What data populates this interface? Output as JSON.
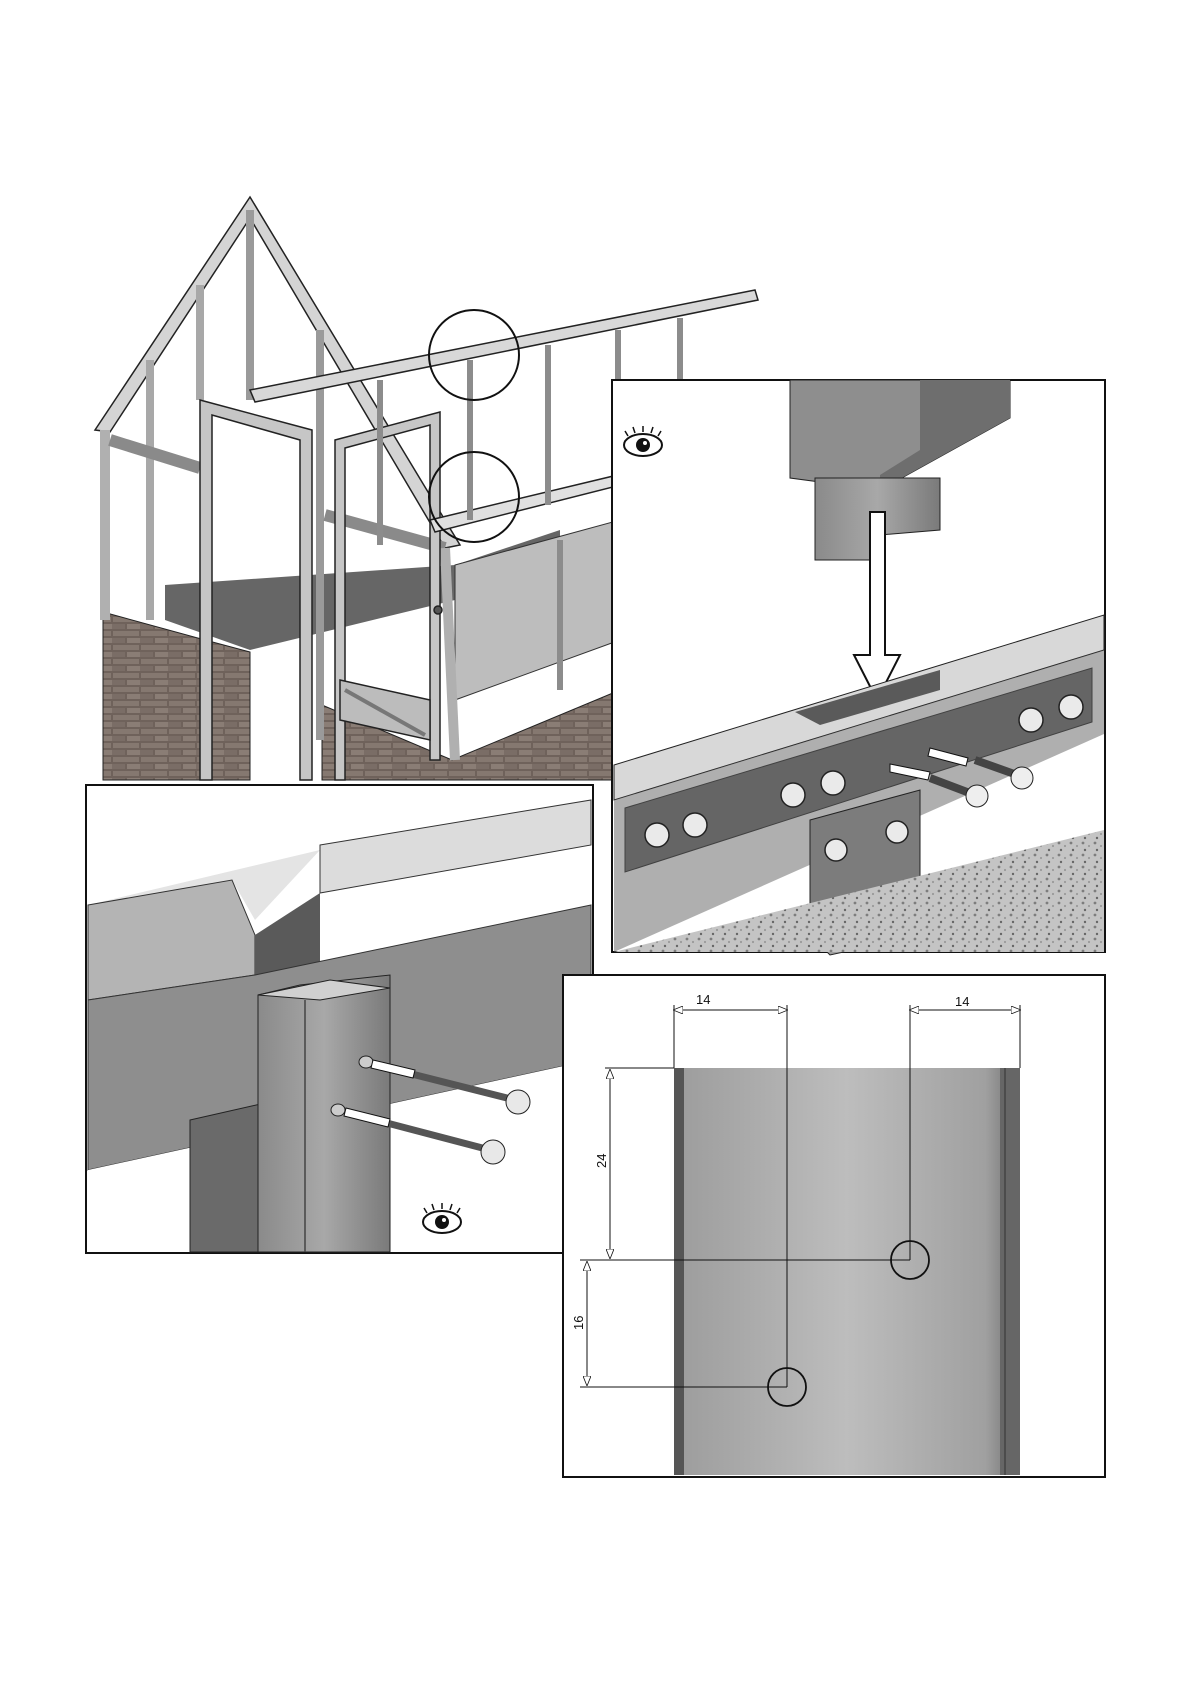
{
  "colors": {
    "line": "#111111",
    "timber_light": "#c8c8c8",
    "timber_mid": "#8c8c8c",
    "timber_dark": "#5a5a5a",
    "brick": "#6e5f58",
    "gravel": "#b8b8b8"
  },
  "icons": [
    "eye-icon",
    "arrow-icon",
    "screw-icon",
    "callout-circle-icon"
  ],
  "detail_top_right": {
    "icon": "eye-icon"
  },
  "detail_bottom_left": {
    "icon": "eye-icon"
  },
  "dimensions": {
    "top_left_offset": "14",
    "top_right_offset": "14",
    "upper_vertical": "24",
    "lower_vertical": "16"
  }
}
